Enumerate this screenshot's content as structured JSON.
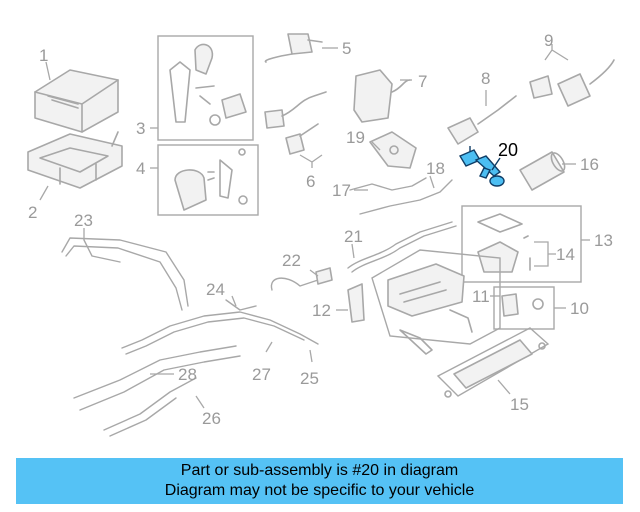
{
  "highlighted_part": "20",
  "callouts": [
    "1",
    "2",
    "3",
    "4",
    "5",
    "6",
    "7",
    "8",
    "9",
    "10",
    "11",
    "12",
    "13",
    "14",
    "15",
    "16",
    "17",
    "18",
    "19",
    "20",
    "21",
    "22",
    "23",
    "24",
    "25",
    "26",
    "27",
    "28"
  ],
  "colors": {
    "highlight_fill": "#4cbef2",
    "highlight_stroke": "#0f3d66",
    "line_art": "#a8a8a8",
    "banner": "#55c2f5"
  },
  "banner": {
    "line1": "Part or sub-assembly is #20 in diagram",
    "line2": "Diagram may not be specific to your vehicle"
  }
}
